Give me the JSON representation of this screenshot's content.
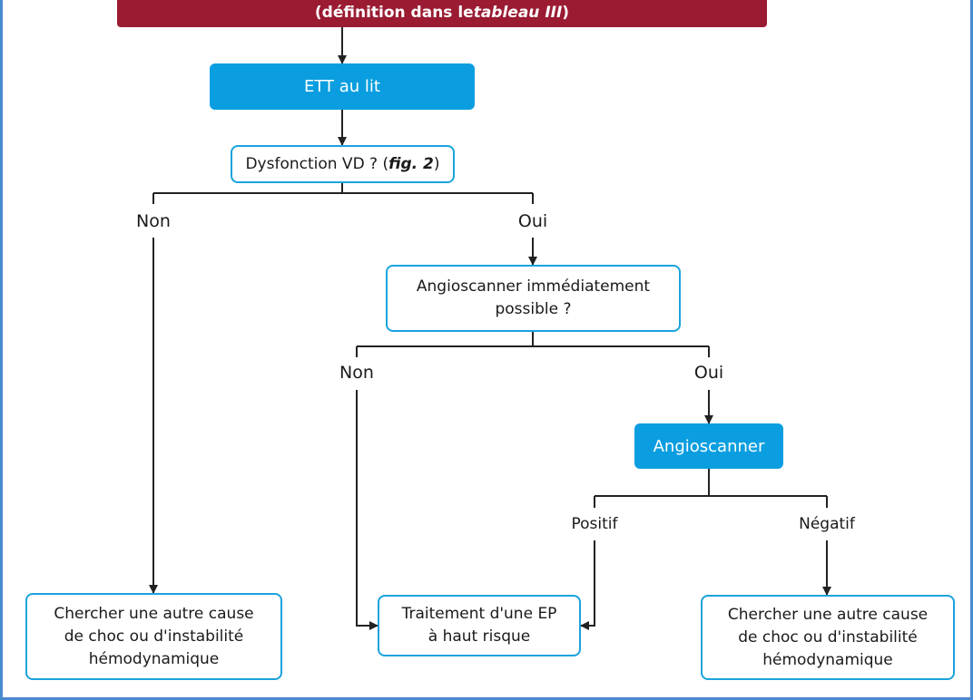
{
  "header": {
    "text": "(définition dans le ",
    "ref": "tableau III",
    "close": ")"
  },
  "nodes": {
    "ett": "ETT au lit",
    "dysfonction": {
      "text": "Dysfonction VD ? (",
      "ref": "fig. 2",
      "close": ")"
    },
    "angio_possible": {
      "line1": "Angioscanner immédiatement",
      "line2": "possible ?"
    },
    "angioscanner": "Angioscanner",
    "autre_cause_left": {
      "line1": "Chercher une autre cause",
      "line2": "de choc ou d'instabilité",
      "line3": "hémodynamique"
    },
    "traitement": {
      "line1": "Traitement d'une EP",
      "line2": "à haut risque"
    },
    "autre_cause_right": {
      "line1": "Chercher une autre cause",
      "line2": "de choc ou d'instabilité",
      "line3": "hémodynamique"
    }
  },
  "branches": {
    "dys_non": "Non",
    "dys_oui": "Oui",
    "angio_non": "Non",
    "angio_oui": "Oui",
    "positif": "Positif",
    "negatif": "Négatif"
  },
  "colors": {
    "header": "#9a1b32",
    "filled": "#0a9ee0",
    "outline": "#1aa3dc",
    "frame": "#4a8ad0",
    "line": "#222222"
  }
}
